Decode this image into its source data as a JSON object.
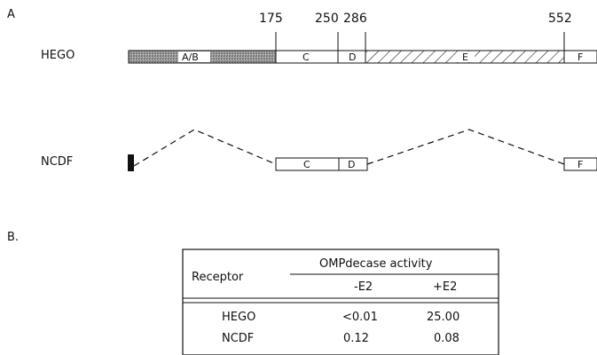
{
  "panel_a": {
    "label": "A",
    "positions": [
      "175",
      "250",
      "286",
      "552"
    ],
    "hego": {
      "name": "HEGO",
      "domains": [
        "A/B",
        "C",
        "D",
        "E",
        "F"
      ]
    },
    "ncdf": {
      "name": "NCDF",
      "domains": [
        "C",
        "D",
        "F"
      ]
    }
  },
  "panel_b": {
    "label": "B.",
    "table": {
      "col_receptor": "Receptor",
      "group_header": "OMPdecase activity",
      "sub_headers": [
        "-E2",
        "+E2"
      ],
      "rows": [
        {
          "receptor": "HEGO",
          "minus_e2": "<0.01",
          "plus_e2": "25.00"
        },
        {
          "receptor": "NCDF",
          "minus_e2": "0.12",
          "plus_e2": "0.08"
        }
      ]
    }
  }
}
